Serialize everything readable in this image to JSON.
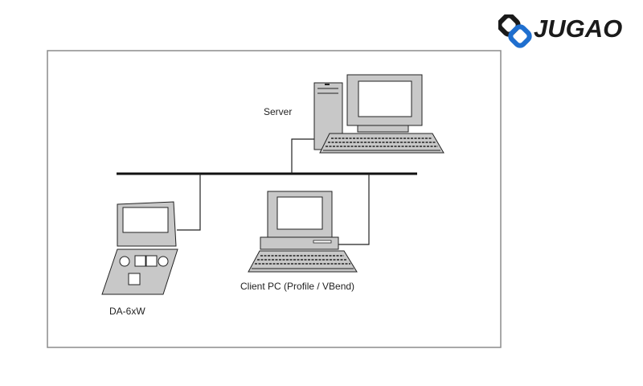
{
  "brand": {
    "logo_text": "JUGAO",
    "logo_icon": "jugao-chain-link-logo-icon",
    "colors": {
      "blue": "#1f6fcf",
      "dark": "#1a1a1a"
    }
  },
  "diagram": {
    "labels": {
      "server": "Server",
      "client": "Client PC (Profile / VBend)",
      "controller": "DA-6xW"
    },
    "nodes": [
      {
        "id": "server",
        "icon": "server-computer-icon"
      },
      {
        "id": "client",
        "icon": "desktop-computer-icon"
      },
      {
        "id": "controller",
        "icon": "cnc-controller-icon"
      }
    ],
    "connections": [
      {
        "from": "network-bus",
        "to": "server"
      },
      {
        "from": "network-bus",
        "to": "client"
      },
      {
        "from": "network-bus",
        "to": "controller"
      }
    ],
    "colors": {
      "frame": "#8c8c8c",
      "fill": "#c8c8c8",
      "line": "#222222"
    }
  }
}
